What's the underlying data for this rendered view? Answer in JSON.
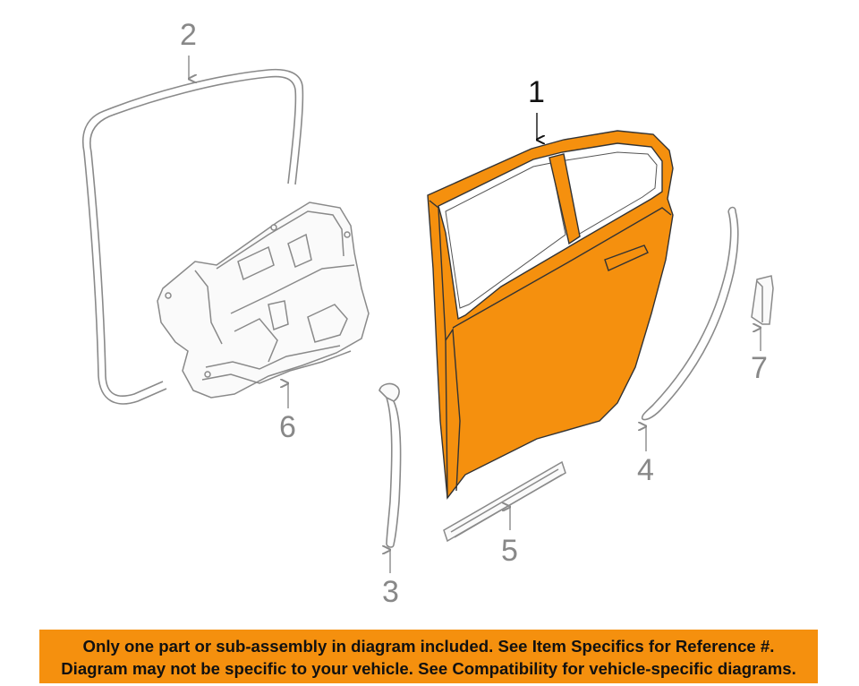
{
  "diagram": {
    "callouts": [
      {
        "id": "1",
        "label": "1"
      },
      {
        "id": "2",
        "label": "2"
      },
      {
        "id": "3",
        "label": "3"
      },
      {
        "id": "4",
        "label": "4"
      },
      {
        "id": "5",
        "label": "5"
      },
      {
        "id": "6",
        "label": "6"
      },
      {
        "id": "7",
        "label": "7"
      }
    ],
    "highlight_color": "#F5900E",
    "line_color": "#8a8a8a"
  },
  "footer": {
    "line1": "Only one part or sub-assembly in diagram included. See Item Specifics for Reference #.",
    "line2": "Diagram may not be specific to your vehicle. See Compatibility for vehicle-specific diagrams.",
    "background": "#F5900E"
  }
}
